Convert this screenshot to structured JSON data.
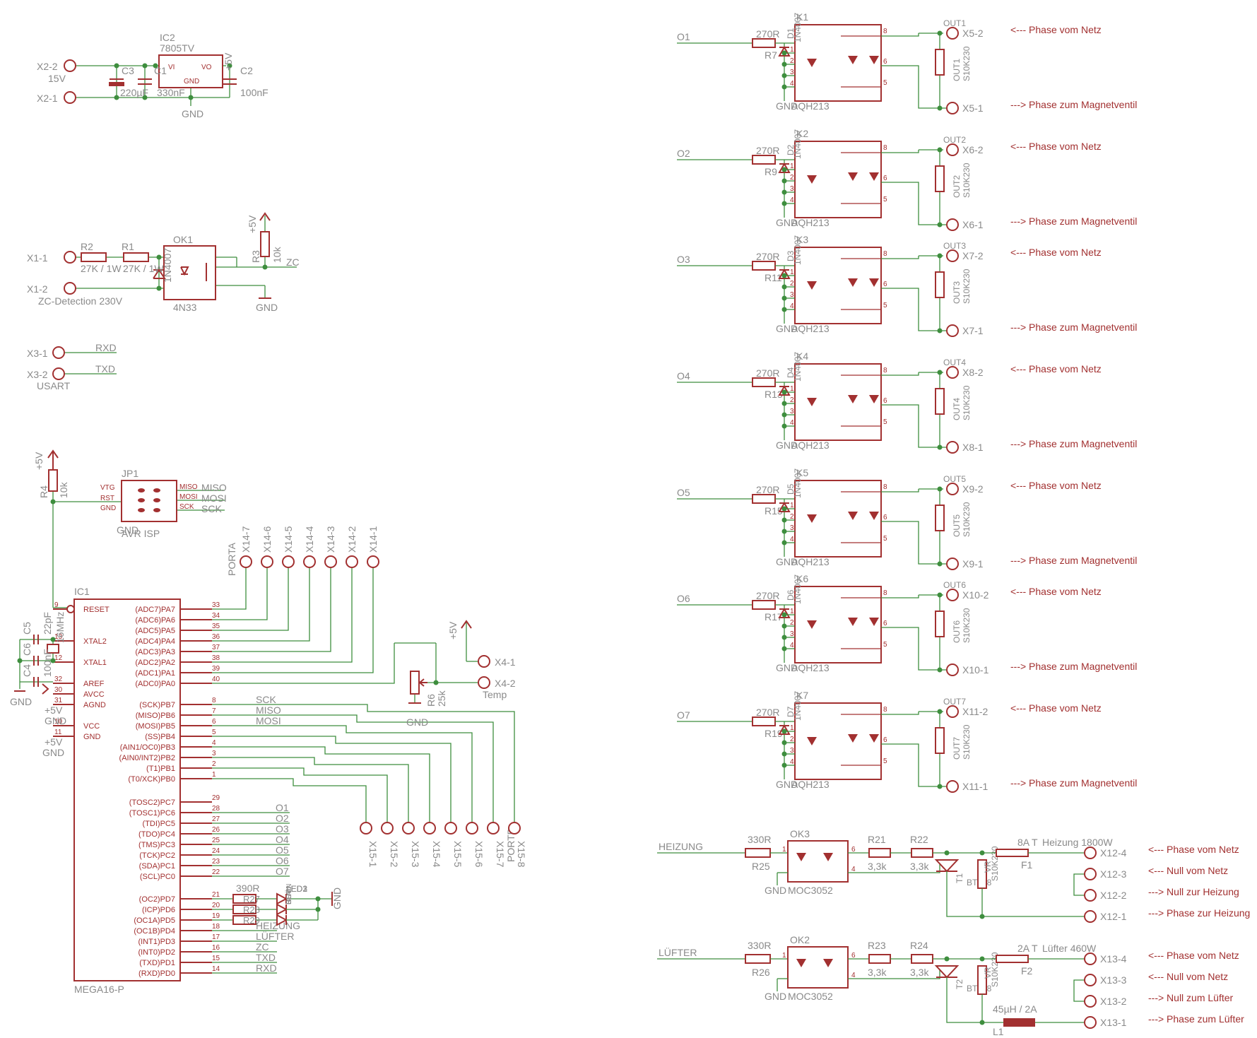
{
  "power": {
    "conn_a": "X2-2",
    "conn_a_val": "15V",
    "conn_b": "X2-1",
    "ic": "IC2",
    "ic_val": "7805TV",
    "vi": "VI",
    "vo": "VO",
    "gnd": "GND",
    "c3": "C3",
    "c3_val": "220µF",
    "c1": "C1",
    "c1_val": "330nF",
    "c2": "C2",
    "c2_val": "100nF",
    "plus5": "+5V"
  },
  "zc": {
    "x1a": "X1-1",
    "x1b": "X1-2",
    "caption": "ZC-Detection 230V",
    "r2": "R2",
    "r2_val": "27K / 1W",
    "r1": "R1",
    "r1_val": "27K / 1W",
    "diode": "1N4007",
    "ok": "OK1",
    "ok_val": "4N33",
    "r3": "R3",
    "r3_val": "10k",
    "plus5": "+5V",
    "zc": "ZC",
    "gnd": "GND"
  },
  "usart": {
    "x3a": "X3-1",
    "x3b": "X3-2",
    "rxd": "RXD",
    "txd": "TXD",
    "caption": "USART"
  },
  "isp": {
    "r4": "R4",
    "r4_val": "10k",
    "plus5": "+5V",
    "jp": "JP1",
    "caption": "AVR ISP",
    "vtg": "VTG",
    "rst": "RST",
    "gnd": "GND",
    "miso": "MISO",
    "mosi": "MOSI",
    "sck": "SCK"
  },
  "mcu": {
    "name": "IC1",
    "part": "MEGA16-P",
    "left_pins": [
      {
        "n": "9",
        "name": "RESET"
      },
      {
        "n": "13",
        "name": "XTAL2"
      },
      {
        "n": "12",
        "name": "XTAL1"
      },
      {
        "n": "32",
        "name": "AREF"
      },
      {
        "n": "30",
        "name": "AVCC"
      },
      {
        "n": "31",
        "name": "AGND"
      },
      {
        "n": "10",
        "name": "VCC"
      },
      {
        "n": "11",
        "name": "GND"
      }
    ],
    "right_pins": [
      {
        "n": "33",
        "name": "(ADC7)PA7"
      },
      {
        "n": "34",
        "name": "(ADC6)PA6"
      },
      {
        "n": "35",
        "name": "(ADC5)PA5"
      },
      {
        "n": "36",
        "name": "(ADC4)PA4"
      },
      {
        "n": "37",
        "name": "(ADC3)PA3"
      },
      {
        "n": "38",
        "name": "(ADC2)PA2"
      },
      {
        "n": "39",
        "name": "(ADC1)PA1"
      },
      {
        "n": "40",
        "name": "(ADC0)PA0"
      },
      {
        "n": "8",
        "name": "(SCK)PB7"
      },
      {
        "n": "7",
        "name": "(MISO)PB6"
      },
      {
        "n": "6",
        "name": "(MOSI)PB5"
      },
      {
        "n": "5",
        "name": "(SS)PB4"
      },
      {
        "n": "4",
        "name": "(AIN1/OC0)PB3"
      },
      {
        "n": "3",
        "name": "(AIN0/INT2)PB2"
      },
      {
        "n": "2",
        "name": "(T1)PB1"
      },
      {
        "n": "1",
        "name": "(T0/XCK)PB0"
      },
      {
        "n": "29",
        "name": "(TOSC2)PC7"
      },
      {
        "n": "28",
        "name": "(TOSC1)PC6"
      },
      {
        "n": "27",
        "name": "(TDI)PC5"
      },
      {
        "n": "26",
        "name": "(TDO)PC4"
      },
      {
        "n": "25",
        "name": "(TMS)PC3"
      },
      {
        "n": "24",
        "name": "(TCK)PC2"
      },
      {
        "n": "23",
        "name": "(SDA)PC1"
      },
      {
        "n": "22",
        "name": "(SCL)PC0"
      },
      {
        "n": "21",
        "name": "(OC2)PD7"
      },
      {
        "n": "20",
        "name": "(ICP)PD6"
      },
      {
        "n": "19",
        "name": "(OC1A)PD5"
      },
      {
        "n": "18",
        "name": "(OC1B)PD4"
      },
      {
        "n": "17",
        "name": "(INT1)PD3"
      },
      {
        "n": "16",
        "name": "(INT0)PD2"
      },
      {
        "n": "15",
        "name": "(TXD)PD1"
      },
      {
        "n": "14",
        "name": "(RXD)PD0"
      }
    ],
    "pb_nets": [
      "SCK",
      "MISO",
      "MOSI"
    ],
    "pc_nets": [
      "O1",
      "O2",
      "O3",
      "O4",
      "O5",
      "O6",
      "O7"
    ],
    "pd_nets": [
      "HEIZUNG",
      "LÜFTER",
      "ZC",
      "TXD",
      "RXD"
    ],
    "porta": "PORTA",
    "porta_conns": [
      "X14-7",
      "X14-6",
      "X14-5",
      "X14-4",
      "X14-3",
      "X14-2",
      "X14-1"
    ],
    "portb": "PORTB",
    "portb_conns": [
      "X15-1",
      "X15-2",
      "X15-3",
      "X15-4",
      "X15-5",
      "X15-6",
      "X15-7",
      "X15-8"
    ],
    "xtal_val": "16MHz",
    "c5": "C5",
    "c5_val": "22pF",
    "c6": "C6",
    "c4": "C4",
    "c4_val": "100nF",
    "gnd": "GND",
    "plus5": "+5V",
    "led_res_val": "390R",
    "led_res": [
      "R27",
      "R28",
      "R29"
    ],
    "leds": [
      "LED1",
      "LED2",
      "LED3"
    ],
    "led_colors": [
      "BLAU",
      "ROT",
      "GRÜN"
    ]
  },
  "temp": {
    "r6": "R6",
    "r6_val": "25k",
    "x4a": "X4-1",
    "x4b": "X4-2",
    "caption": "Temp",
    "plus5": "+5V",
    "gnd": "GND"
  },
  "relays": {
    "rval": "270R",
    "diode": "1N4007",
    "part": "AQH213",
    "gnd": "GND",
    "varistor": "S10K230",
    "phase_in": "<--- Phase vom Netz",
    "phase_out": "---> Phase zum Magnetventil",
    "items": [
      {
        "net": "O1",
        "k": "K1",
        "r": "R7",
        "d": "D1",
        "out": "OUT1",
        "xa": "X5-2",
        "xb": "X5-1"
      },
      {
        "net": "O2",
        "k": "K2",
        "r": "R9",
        "d": "D2",
        "out": "OUT2",
        "xa": "X6-2",
        "xb": "X6-1"
      },
      {
        "net": "O3",
        "k": "K3",
        "r": "R11",
        "d": "D3",
        "out": "OUT3",
        "xa": "X7-2",
        "xb": "X7-1"
      },
      {
        "net": "O4",
        "k": "K4",
        "r": "R13",
        "d": "D4",
        "out": "OUT4",
        "xa": "X8-2",
        "xb": "X8-1"
      },
      {
        "net": "O5",
        "k": "K5",
        "r": "R15",
        "d": "D5",
        "out": "OUT5",
        "xa": "X9-2",
        "xb": "X9-1"
      },
      {
        "net": "O6",
        "k": "K6",
        "r": "R17",
        "d": "D6",
        "out": "OUT6",
        "xa": "X10-2",
        "xb": "X10-1"
      },
      {
        "net": "O7",
        "k": "K7",
        "r": "R19",
        "d": "D7",
        "out": "OUT7",
        "xa": "X11-2",
        "xb": "X11-1"
      }
    ]
  },
  "triacs": {
    "items": [
      {
        "net": "HEIZUNG",
        "ok": "OK3",
        "okpart": "MOC3052",
        "rin": "R25",
        "rin_val": "330R",
        "ra": "R21",
        "rb": "R22",
        "rval": "3,3k",
        "tri": "T1",
        "tripart": "BT138",
        "vr": "VR",
        "vr_val": "S10K230",
        "fuse": "F1",
        "fuse_val": "8A T",
        "load": "Heizung 1800W",
        "conns": [
          "X12-4",
          "X12-3",
          "X12-2",
          "X12-1"
        ],
        "notes": [
          "<--- Phase vom Netz",
          "<--- Null vom Netz",
          "---> Null zur Heizung",
          "---> Phase zur Heizung"
        ]
      },
      {
        "net": "LÜFTER",
        "ok": "OK2",
        "okpart": "MOC3052",
        "rin": "R26",
        "rin_val": "330R",
        "ra": "R23",
        "rb": "R24",
        "rval": "3,3k",
        "tri": "T2",
        "tripart": "BT138",
        "vr": "VR",
        "vr_val": "S10K230",
        "fuse": "F2",
        "fuse_val": "2A T",
        "load": "Lüfter 460W",
        "conns": [
          "X13-4",
          "X13-3",
          "X13-2",
          "X13-1"
        ],
        "notes": [
          "<--- Phase vom Netz",
          "<--- Null vom Netz",
          "---> Null zum Lüfter",
          "---> Phase zum Lüfter"
        ]
      }
    ],
    "choke": "L1",
    "choke_val": "45µH / 2A",
    "gnd": "GND"
  },
  "colors": {
    "wire": "#3e8e3e",
    "symbol": "#a23030",
    "label": "#8a8a8a",
    "junction": "#3e8e3e"
  }
}
